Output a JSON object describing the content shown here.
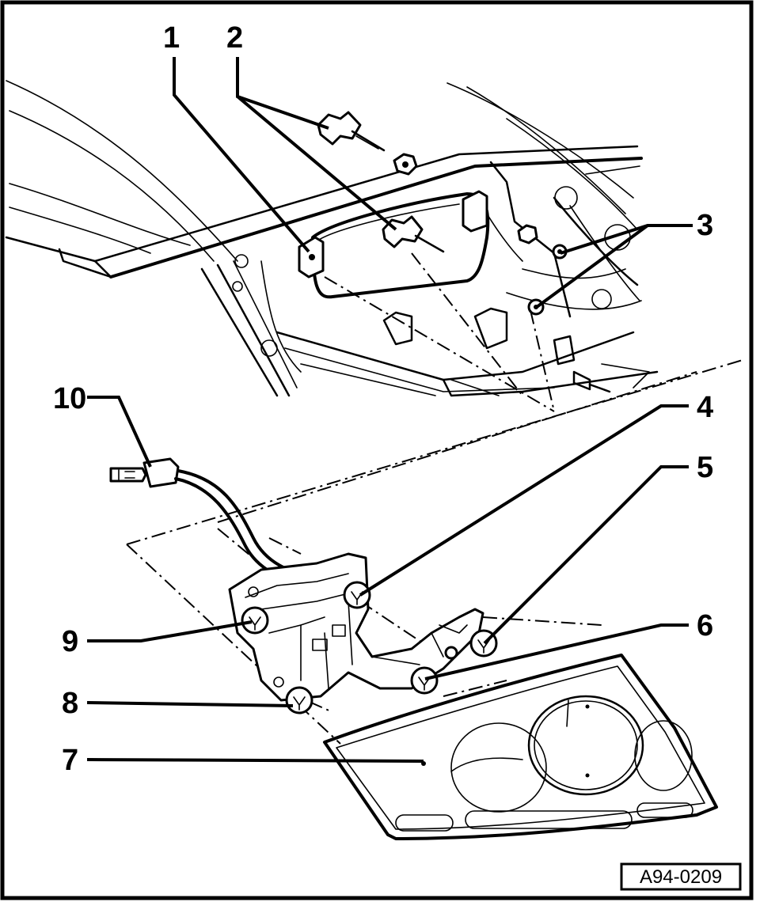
{
  "callouts": {
    "c1": "1",
    "c2": "2",
    "c3": "3",
    "c4": "4",
    "c5": "5",
    "c6": "6",
    "c7": "7",
    "c8": "8",
    "c9": "9",
    "c10": "10"
  },
  "reference_code": "A94-0209",
  "icons": {
    "body": "vehicle-rear-body-panel",
    "lamp": "tail-lamp-lens",
    "bulb_carrier": "bulb-carrier",
    "bulb": "bulb-socket",
    "connector": "wiring-connector",
    "nut": "hex-nut",
    "stud": "mounting-stud"
  }
}
